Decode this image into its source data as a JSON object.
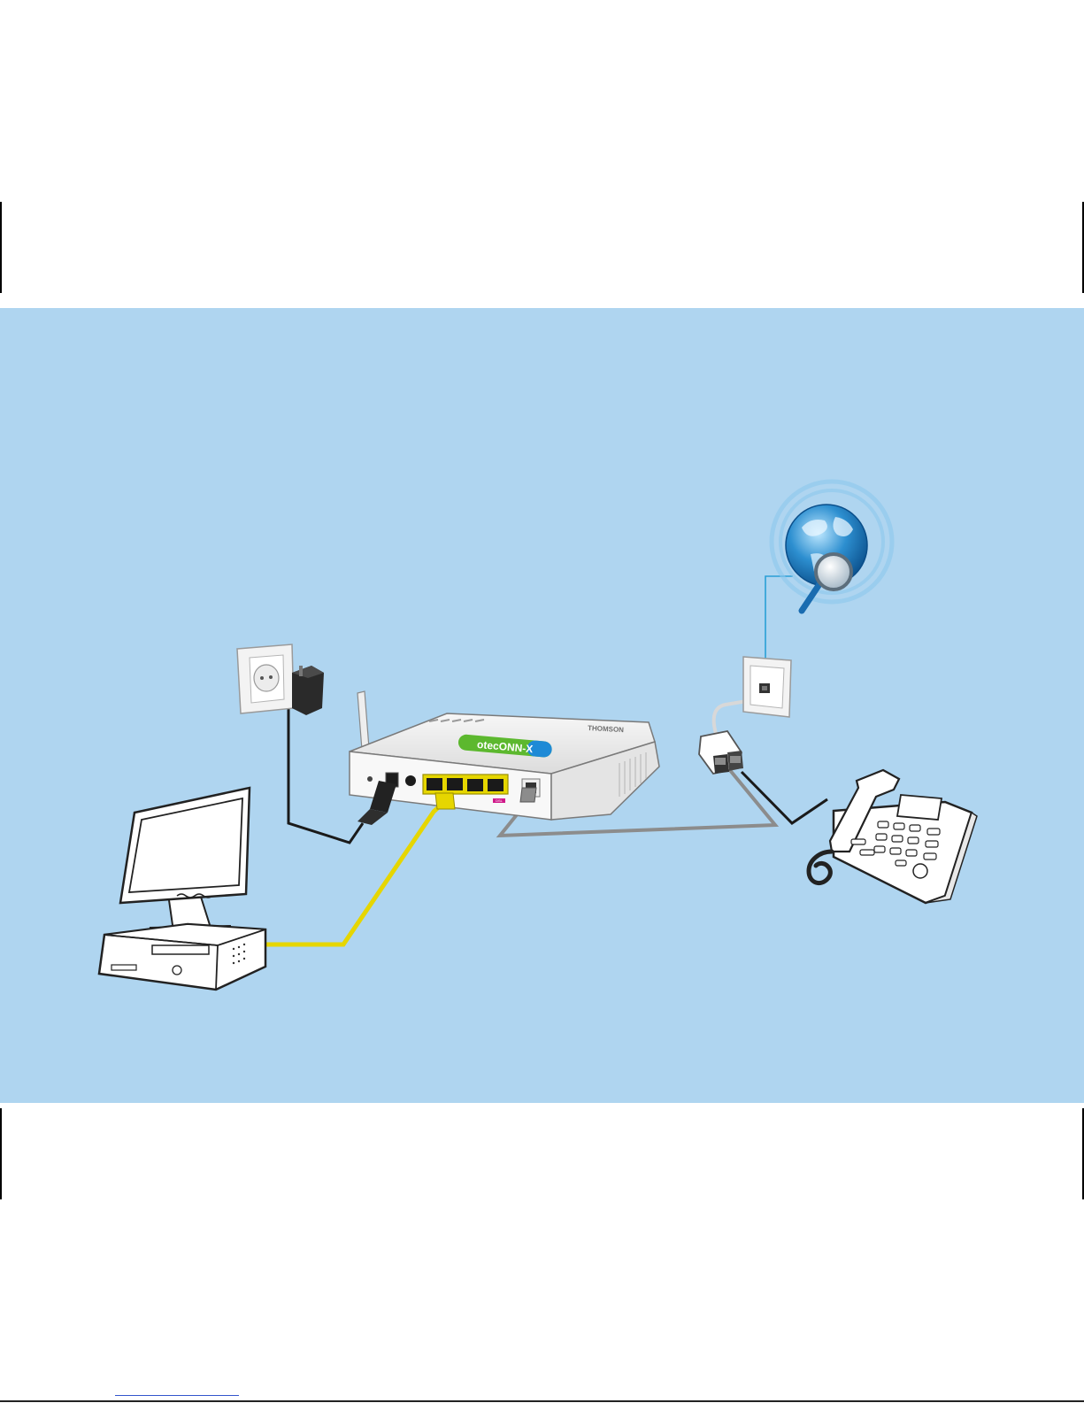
{
  "router": {
    "brand_logo_text": "otecONN-X",
    "maker_text": "THOMSON",
    "dsl_port_label": "DSL"
  },
  "colors": {
    "background_panel": "#afd5f0",
    "ethernet_cable": "#e6d600",
    "phone_cable": "#8c8c8c",
    "power_cable": "#1a1a1a",
    "internet_link": "#2a9fd6",
    "logo_green": "#5cb82e",
    "logo_blue": "#1e8ad6",
    "dsl_port": "#d0198a"
  },
  "icons": [
    "power-socket-icon",
    "power-adapter-icon",
    "router-icon",
    "desktop-computer-icon",
    "globe-icon",
    "magnifier-icon",
    "phone-wall-jack-icon",
    "splitter-icon",
    "telephone-icon"
  ]
}
